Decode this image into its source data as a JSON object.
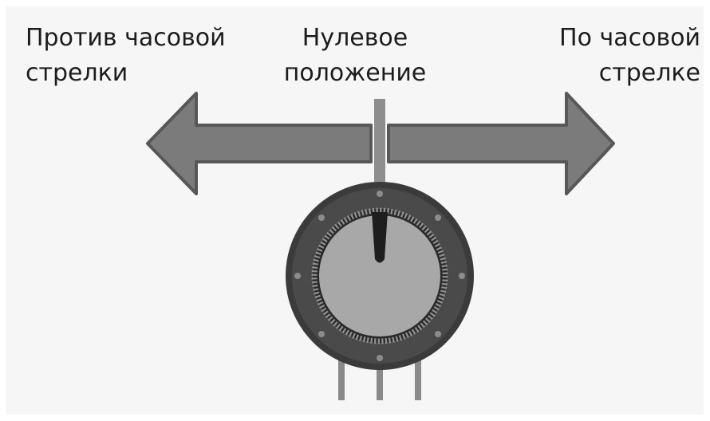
{
  "labels": {
    "counterclockwise": {
      "line1": "Против часовой",
      "line2": "стрелки"
    },
    "zero_position": {
      "line1": "Нулевое",
      "line2": "положение"
    },
    "clockwise": {
      "line1": "По часовой",
      "line2": "стрелке"
    }
  },
  "colors": {
    "background": "#f6f6f6",
    "arrow_fill": "#7b7b7b",
    "arrow_stroke": "#575757",
    "zero_marker": "#8e8e8e",
    "knob_outer": "#3a3a3a",
    "knob_face": "#a8a8a8",
    "pointer": "#1e1e1e",
    "pins": "#8a8a8a",
    "text": "#1c1c1c"
  },
  "icons": {
    "left_arrow": "arrow-left-icon",
    "right_arrow": "arrow-right-icon",
    "potentiometer": "potentiometer-knob-icon"
  }
}
